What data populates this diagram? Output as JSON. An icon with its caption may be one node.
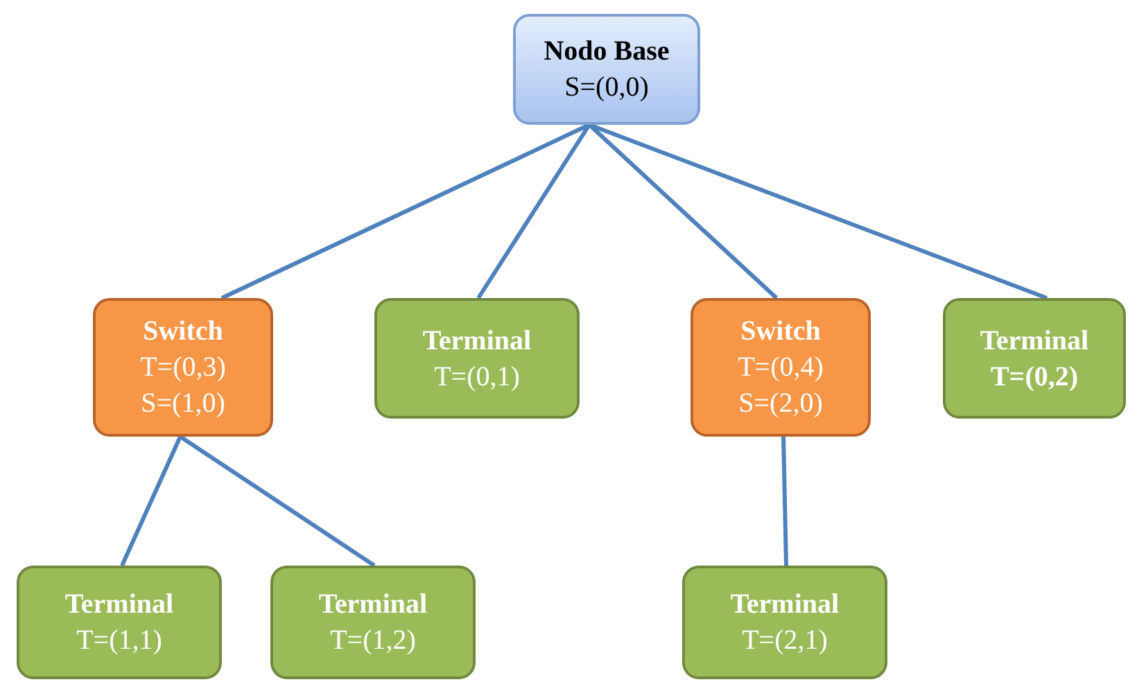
{
  "diagram": {
    "nodes": [
      {
        "text": [
          "Nodo Base",
          "S=(0,0)"
        ]
      },
      {
        "text": [
          "Switch",
          "T=(0,3)",
          "S=(1,0)"
        ]
      },
      {
        "text": [
          "Terminal",
          "T=(0,1)"
        ]
      },
      {
        "text": [
          "Switch",
          "T=(0,4)",
          "S=(2,0)"
        ]
      },
      {
        "text": [
          "Terminal",
          "**T=(0,2)**"
        ]
      },
      {
        "text": [
          "Terminal",
          "T=(1,1)"
        ]
      },
      {
        "text": [
          "Terminal",
          "T=(1,2)"
        ]
      },
      {
        "text": [
          "Terminal",
          "T=(2,1)"
        ]
      }
    ],
    "edges": [
      {
        "from": 0,
        "to": 1,
        "arrow": "none"
      },
      {
        "from": 0,
        "to": 2,
        "arrow": "none"
      },
      {
        "from": 0,
        "to": 3,
        "arrow": "none"
      },
      {
        "from": 0,
        "to": 4,
        "arrow": "none"
      },
      {
        "from": 1,
        "to": 5,
        "arrow": "none"
      },
      {
        "from": 1,
        "to": 6,
        "arrow": "none"
      },
      {
        "from": 3,
        "to": 7,
        "arrow": "none"
      }
    ]
  }
}
